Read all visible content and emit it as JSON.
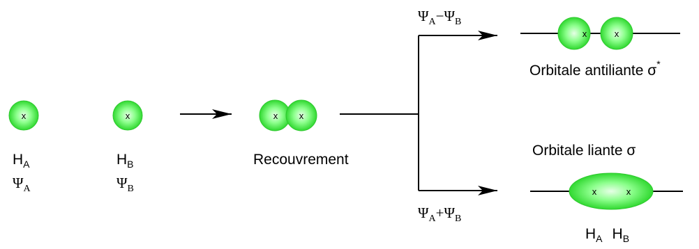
{
  "atoms": {
    "a": {
      "mark": "x",
      "h": "H",
      "h_sub": "A",
      "psi": "Ψ",
      "psi_sub": "A"
    },
    "b": {
      "mark": "x",
      "h": "H",
      "h_sub": "B",
      "psi": "Ψ",
      "psi_sub": "B"
    }
  },
  "overlap": {
    "label": "Recouvrement",
    "mark_a": "x",
    "mark_b": "x"
  },
  "antibonding": {
    "combo": {
      "p1": "Ψ",
      "s1": "A",
      "op": "−",
      "p2": "Ψ",
      "s2": "B"
    },
    "mark_a": "x",
    "mark_b": "x",
    "label": "Orbitale antiliante σ",
    "star": "*"
  },
  "bonding": {
    "combo": {
      "p1": "Ψ",
      "s1": "A",
      "op": "+",
      "p2": "Ψ",
      "s2": "B"
    },
    "mark_a": "x",
    "mark_b": "x",
    "label": "Orbitale liante σ",
    "nuclei": {
      "h1": "H",
      "s1": "A",
      "h2": "H",
      "s2": "B"
    }
  },
  "colors": {
    "orbital_light": "#e6ffe6",
    "orbital_mid": "#66ff66",
    "orbital_dark": "#00cc00",
    "line": "#000000"
  }
}
